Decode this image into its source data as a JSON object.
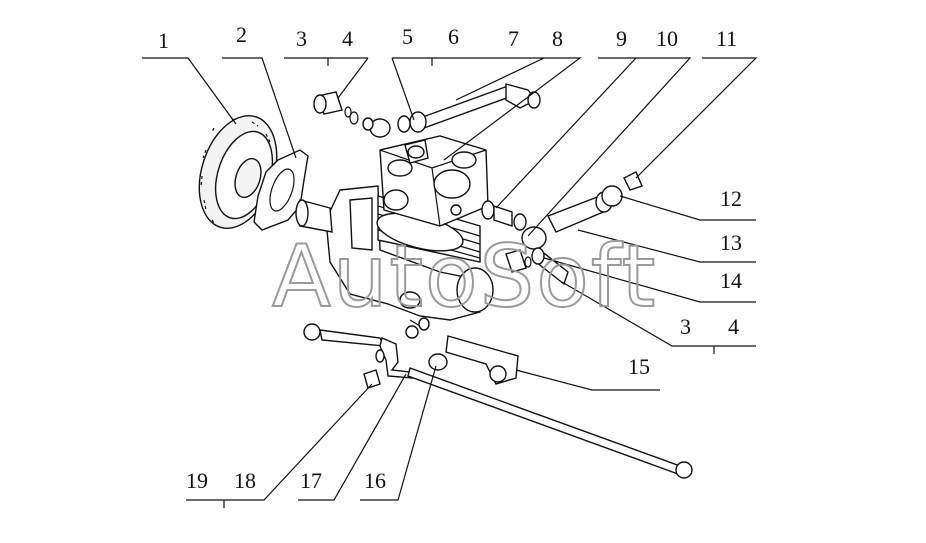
{
  "watermark": "AutoSoft",
  "labels": [
    "1",
    "2",
    "3",
    "4",
    "5",
    "6",
    "7",
    "8",
    "9",
    "10",
    "11",
    "12",
    "13",
    "14",
    "3",
    "4",
    "15",
    "19",
    "18",
    "17",
    "16"
  ]
}
